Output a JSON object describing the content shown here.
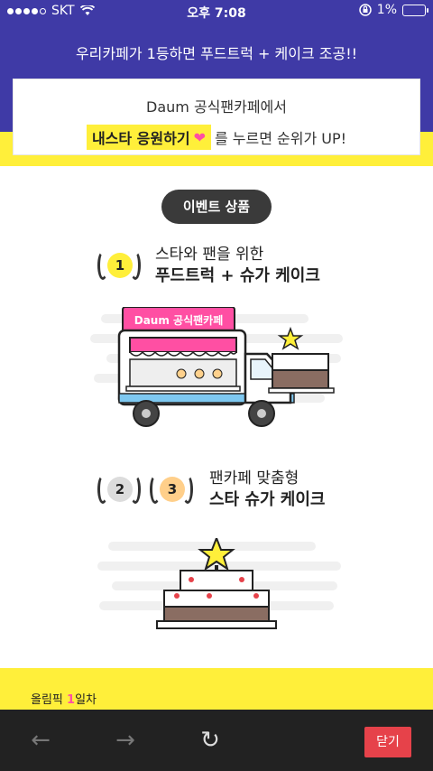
{
  "status_bar": {
    "carrier": "SKT",
    "time": "오후 7:08",
    "battery": "1%"
  },
  "banner": {
    "promo": "우리카페가 1등하면 푸드트럭 + 케이크 조공!!",
    "notice_line1": "Daum 공식팬카페에서",
    "support_label": "내스타 응원하기",
    "notice_line2_suffix": "를 누르면 순위가 UP!"
  },
  "event": {
    "title": "이벤트 상품",
    "prize1": {
      "rank": "1",
      "line1": "스타와 팬을 위한",
      "line2": "푸드트럭 + 슈가 케이크",
      "truck_sign": "Daum 공식팬카페"
    },
    "prize23": {
      "rank_a": "2",
      "rank_b": "3",
      "line1": "팬카페 맞춤형",
      "line2": "스타 슈가 케이크"
    }
  },
  "olympic": {
    "prefix": "올림픽 ",
    "day": "1",
    "suffix": "일차"
  },
  "toolbar": {
    "close_label": "닫기",
    "back_icon": "←",
    "forward_icon": "→",
    "reload_icon": "↻"
  },
  "colors": {
    "purple": "#3f3aa6",
    "yellow": "#ffef3a",
    "pink": "#ff4fa3",
    "red": "#e6424a"
  }
}
